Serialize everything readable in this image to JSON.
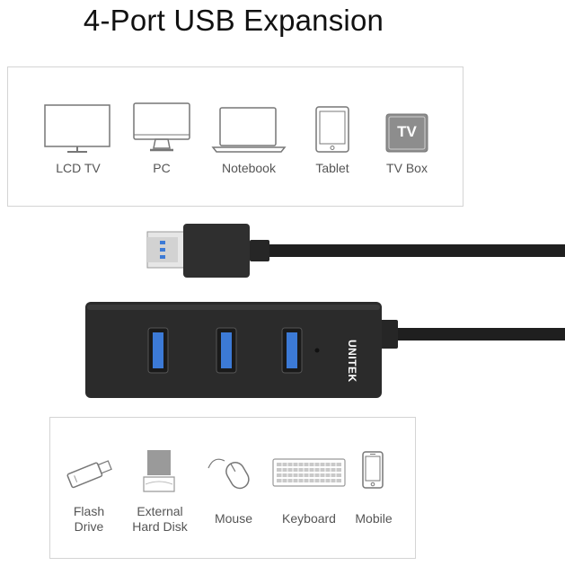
{
  "title": "4-Port USB Expansion",
  "host_devices": [
    {
      "label": "LCD TV",
      "icon": "lcd-tv-icon"
    },
    {
      "label": "PC",
      "icon": "pc-monitor-icon"
    },
    {
      "label": "Notebook",
      "icon": "notebook-icon"
    },
    {
      "label": "Tablet",
      "icon": "tablet-icon"
    },
    {
      "label": "TV Box",
      "icon": "tv-box-icon",
      "badge": "TV"
    }
  ],
  "hub": {
    "brand": "UNITEK",
    "port_count": 3,
    "body_color": "#2b2b2b",
    "port_color": "#3c7ad6"
  },
  "peripheral_devices": [
    {
      "label": "Flash\nDrive",
      "icon": "flash-drive-icon"
    },
    {
      "label": "External\nHard Disk",
      "icon": "external-hard-disk-icon"
    },
    {
      "label": "Mouse",
      "icon": "mouse-icon"
    },
    {
      "label": "Keyboard",
      "icon": "keyboard-icon"
    },
    {
      "label": "Mobile",
      "icon": "mobile-phone-icon"
    }
  ]
}
